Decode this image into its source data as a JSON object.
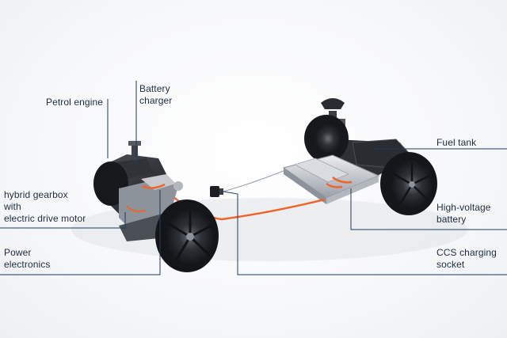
{
  "labels": {
    "petrol_engine": "Petrol engine",
    "battery_charger": "Battery\ncharger",
    "hybrid_gearbox": "hybrid gearbox\nwith\nelectric drive motor",
    "power_electronics": "Power\nelectronics",
    "fuel_tank": "Fuel tank",
    "high_voltage_battery": "High-voltage\nbattery",
    "ccs_charging_socket": "CCS charging\nsocket"
  },
  "colors": {
    "background": "#f5f6f8",
    "leader_line": "#1f3a5a",
    "label_text": "#1f2d3d",
    "orange_cable": "#f0642a",
    "tire": "#1a1b1e",
    "rim": "#2b2e33",
    "battery": "#cfd3d8",
    "chassis": "#3a3d42"
  }
}
